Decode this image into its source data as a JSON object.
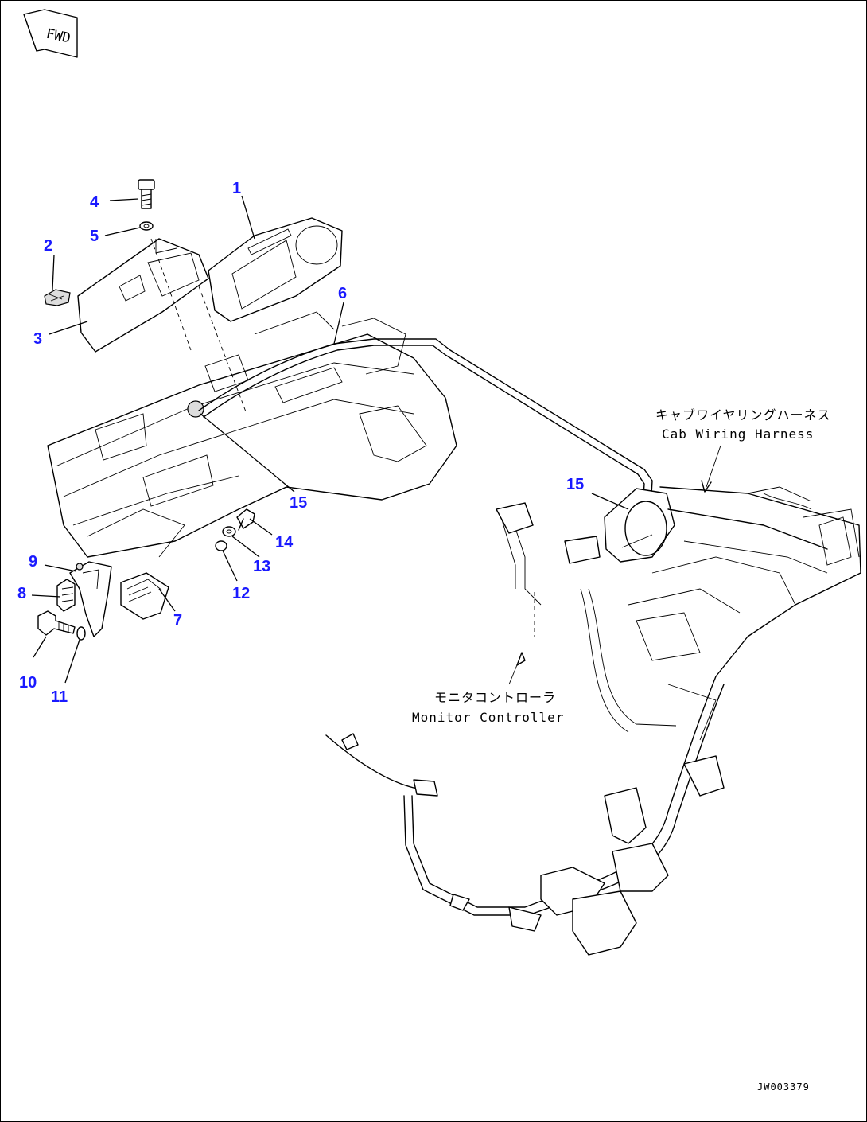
{
  "fwd_label": "FWD",
  "drawing_code": "JW003379",
  "callouts": {
    "c1": "1",
    "c2": "2",
    "c3": "3",
    "c4": "4",
    "c5": "5",
    "c6": "6",
    "c7": "7",
    "c8": "8",
    "c9": "9",
    "c10": "10",
    "c11": "11",
    "c12": "12",
    "c13": "13",
    "c14": "14",
    "c15a": "15",
    "c15b": "15"
  },
  "labels": {
    "cab_harness_jp": "キャブワイヤリングハーネス",
    "cab_harness_en": "Cab Wiring Harness",
    "monitor_controller_jp": "モニタコントローラ",
    "monitor_controller_en": "Monitor Controller"
  },
  "colors": {
    "callout": "#1a1aff",
    "line": "#000000"
  }
}
